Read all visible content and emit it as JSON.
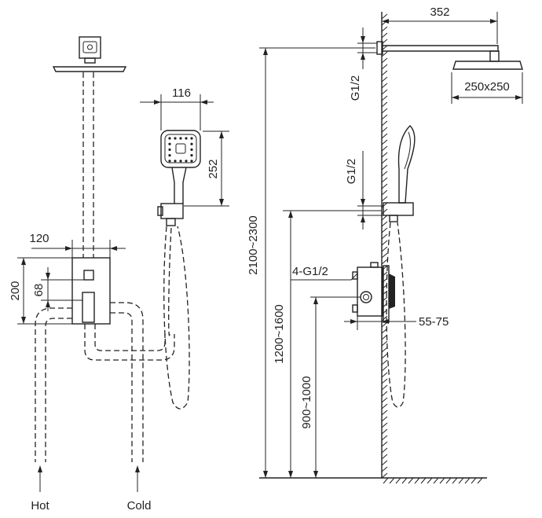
{
  "labels": {
    "head_arm_length": "352",
    "head_size": "250x250",
    "top_thread": "G1/2",
    "handshower_width": "116",
    "handshower_height": "252",
    "valve_width": "120",
    "valve_height": "200",
    "valve_spacing": "68",
    "head_height": "2100~2300",
    "mid_thread": "G1/2",
    "valve_connections": "4-G1/2",
    "holder_height": "1200~1600",
    "valve_floor_height": "900~1000",
    "wall_depth": "55-75",
    "hot": "Hot",
    "cold": "Cold"
  },
  "colors": {
    "line": "#222222",
    "background": "#ffffff"
  }
}
